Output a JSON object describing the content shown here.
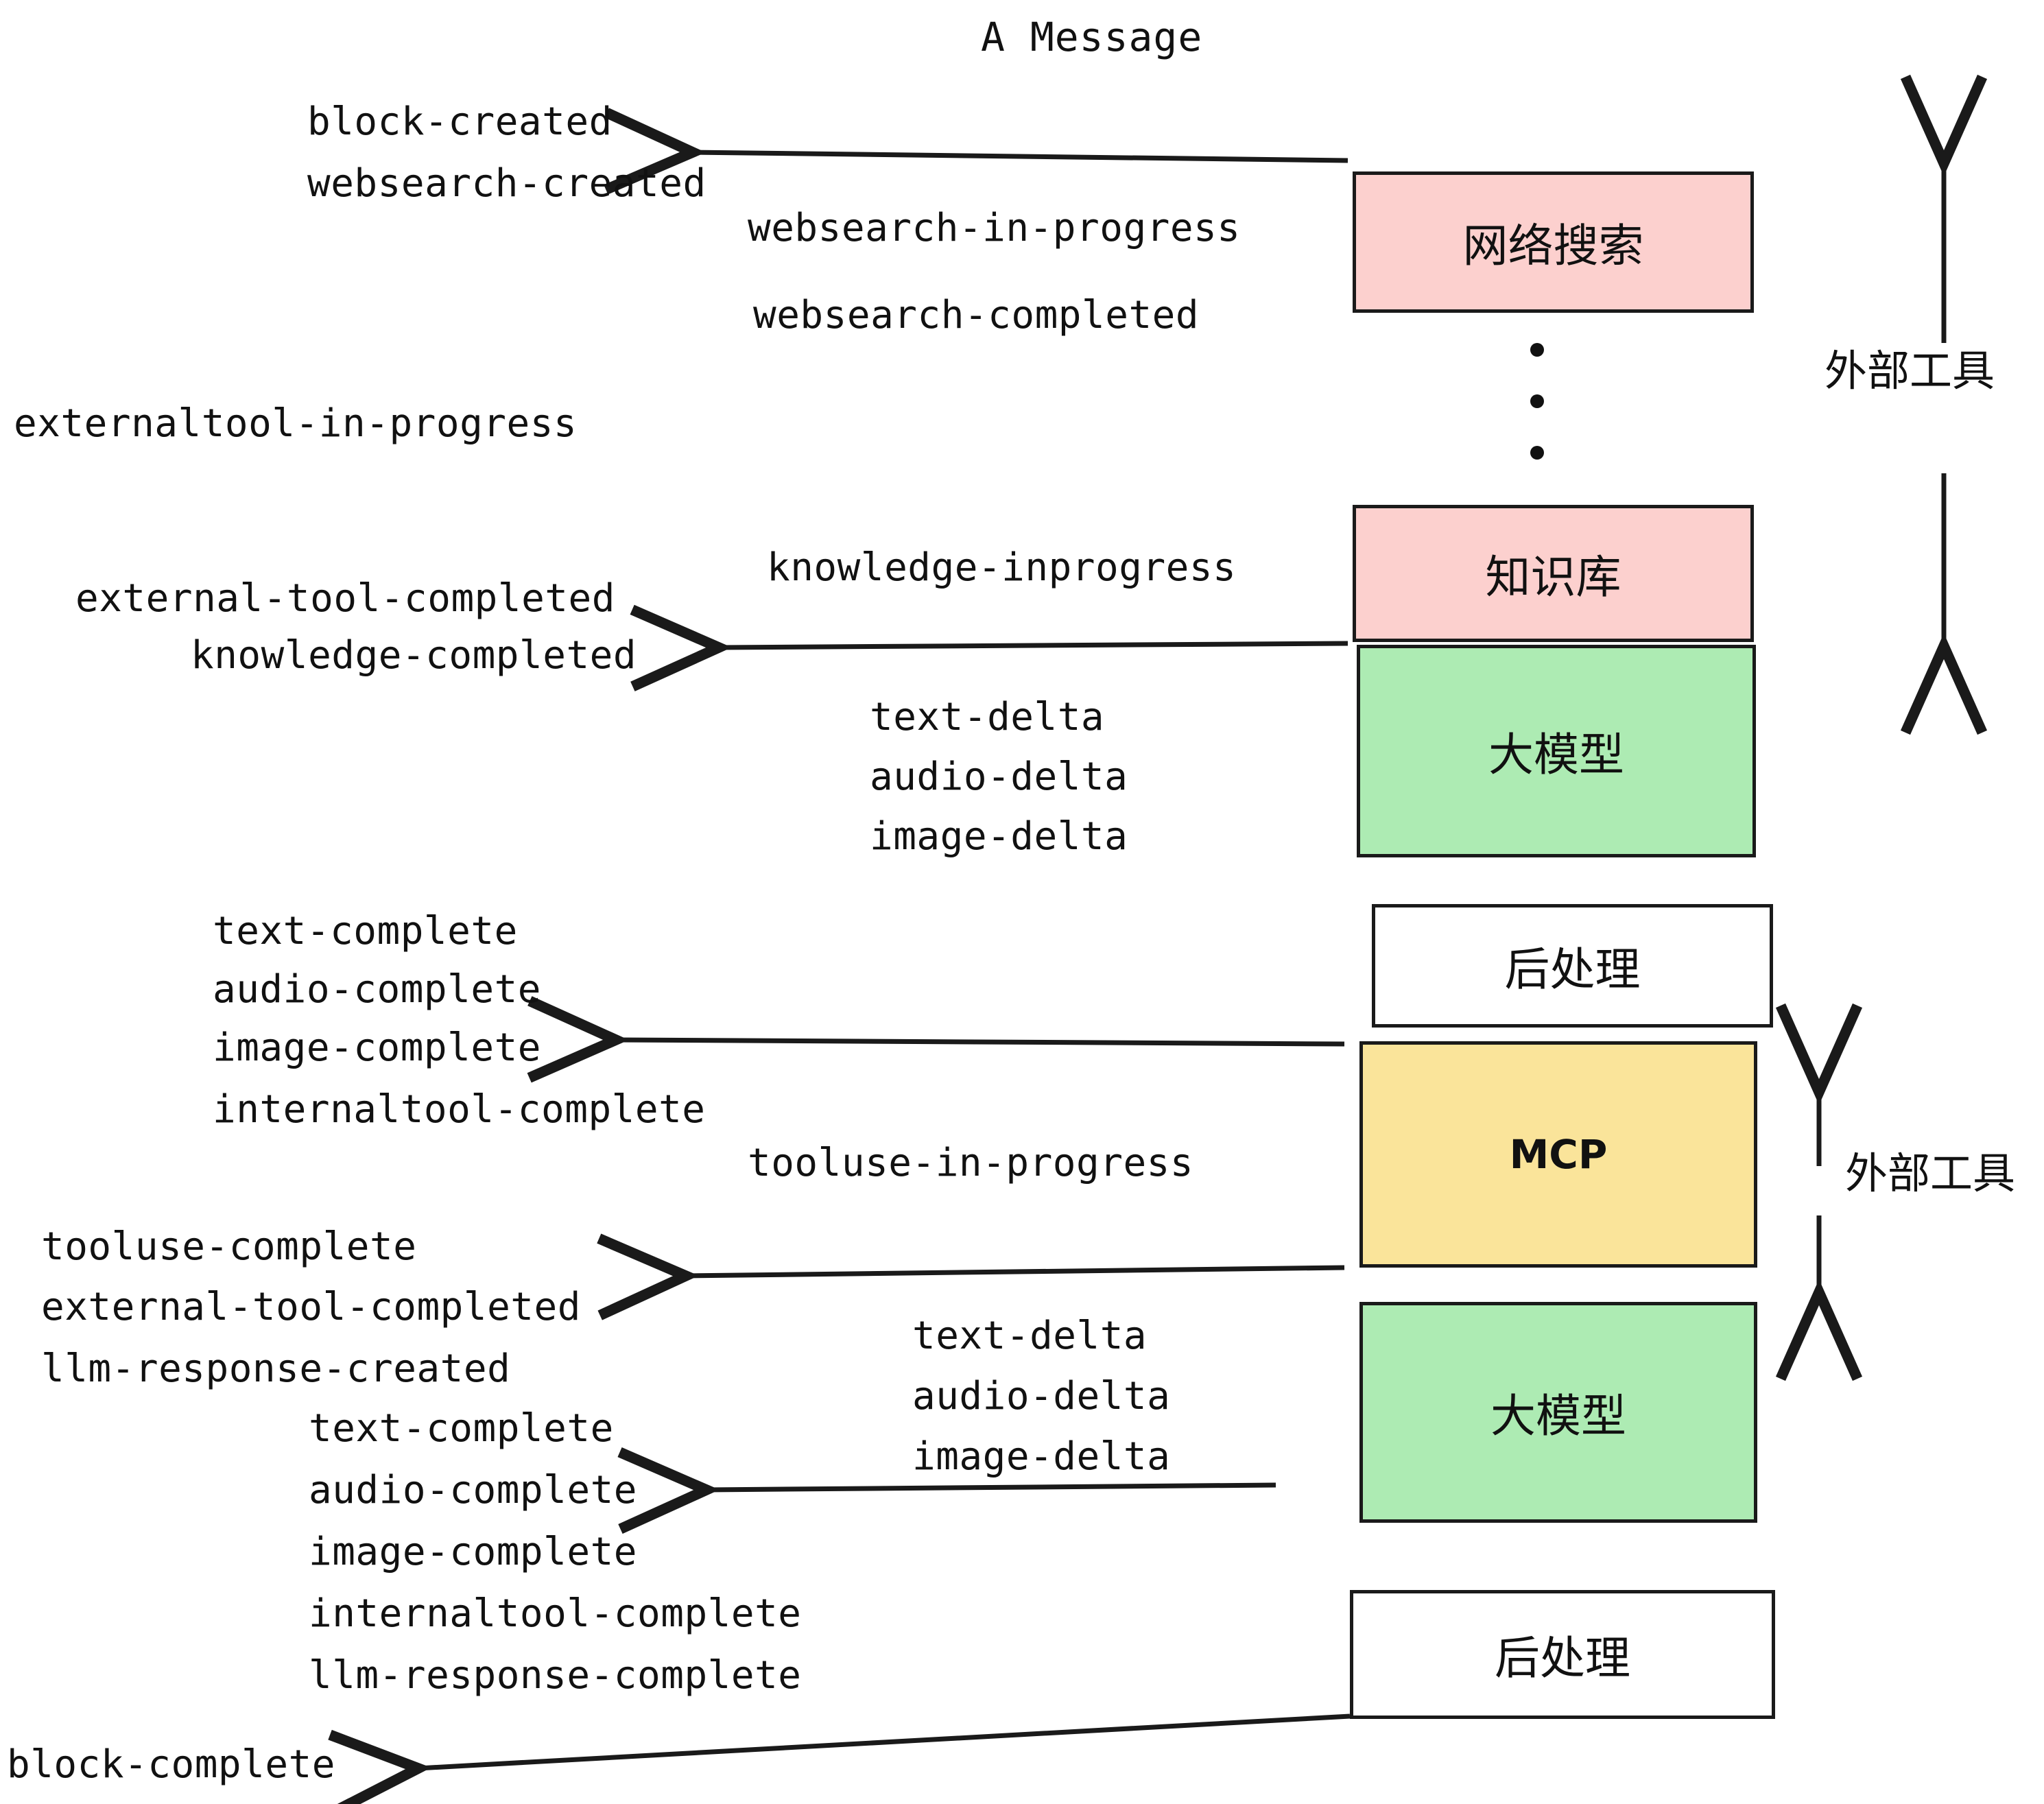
{
  "title": "A Message",
  "colors": {
    "pink": "#FCD0CE",
    "green": "#ADEBB3",
    "yellow": "#FAE49A",
    "white": "#FFFFFF",
    "stroke": "#1A1A1A",
    "background": "#FFFFFF"
  },
  "nodes": [
    {
      "id": "websearch",
      "label": "网络搜索",
      "fill": "pink"
    },
    {
      "id": "knowledge",
      "label": "知识库",
      "fill": "pink"
    },
    {
      "id": "llm-1",
      "label": "大模型",
      "fill": "green"
    },
    {
      "id": "postprocess-1",
      "label": "后处理",
      "fill": "white"
    },
    {
      "id": "mcp",
      "label": "MCP",
      "fill": "yellow"
    },
    {
      "id": "llm-2",
      "label": "大模型",
      "fill": "green"
    },
    {
      "id": "postprocess-2",
      "label": "后处理",
      "fill": "white"
    }
  ],
  "annotations": {
    "external_tools_top": "外部工具",
    "external_tools_bottom": "外部工具"
  },
  "events": {
    "block_created": "block-created",
    "websearch_created": "websearch-created",
    "websearch_in_progress": "websearch-in-progress",
    "websearch_completed": "websearch-completed",
    "externaltool_in_progress": "externaltool-in-progress",
    "knowledge_inprogress": "knowledge-inprogress",
    "external_tool_completed_1": "external-tool-completed",
    "knowledge_completed": "knowledge-completed",
    "text_delta_1": "text-delta",
    "audio_delta_1": "audio-delta",
    "image_delta_1": "image-delta",
    "text_complete_1": "text-complete",
    "audio_complete_1": "audio-complete",
    "image_complete_1": "image-complete",
    "internaltool_complete_1": "internaltool-complete",
    "tooluse_in_progress": "tooluse-in-progress",
    "tooluse_complete": "tooluse-complete",
    "external_tool_completed_2": "external-tool-completed",
    "llm_response_created": "llm-response-created",
    "text_delta_2": "text-delta",
    "audio_delta_2": "audio-delta",
    "image_delta_2": "image-delta",
    "text_complete_2": "text-complete",
    "audio_complete_2": "audio-complete",
    "image_complete_2": "image-complete",
    "internaltool_complete_2": "internaltool-complete",
    "llm_response_complete": "llm-response-complete",
    "block_complete": "block-complete"
  }
}
